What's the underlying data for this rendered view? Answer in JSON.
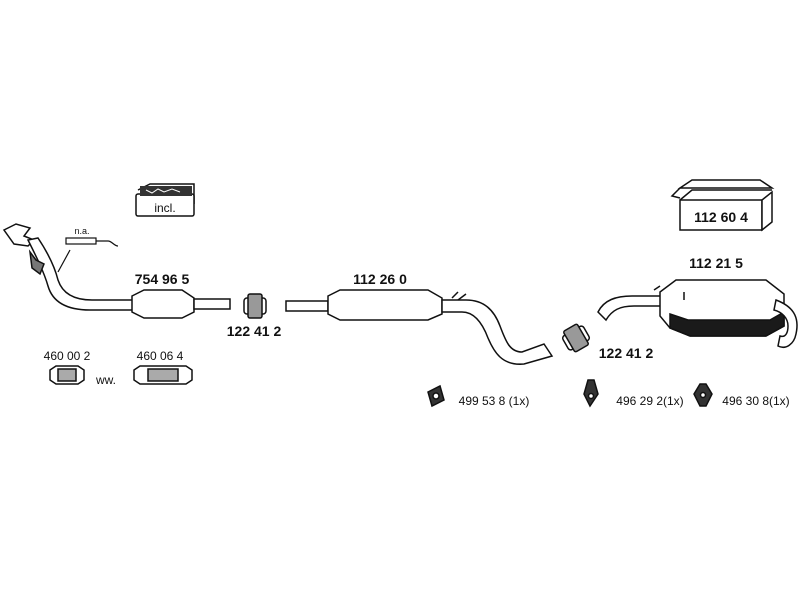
{
  "parts": {
    "exhaust_manifold_front_pipe": {
      "number": "754 96 5"
    },
    "clamp_front": {
      "number": "122 41 2"
    },
    "middle_silencer": {
      "number": "112 26 0"
    },
    "clamp_rear": {
      "number": "122 41 2"
    },
    "rear_silencer": {
      "number": "112 21 5"
    },
    "mounting_kit_box": {
      "number": "112 60 4"
    },
    "gasket_a": {
      "number": "460 00 2"
    },
    "gasket_b": {
      "number": "460 06 4"
    },
    "hanger_1": {
      "number": "499 53 8 (1x)"
    },
    "hanger_2": {
      "number": "496 29 2(1x)"
    },
    "hanger_3": {
      "number": "496 30 8(1x)"
    }
  },
  "labels": {
    "incl": "incl.",
    "na": "n.a.",
    "ww": "ww."
  },
  "colors": {
    "line": "#111111",
    "fill": "#ffffff",
    "shade": "#1a1a1a"
  }
}
